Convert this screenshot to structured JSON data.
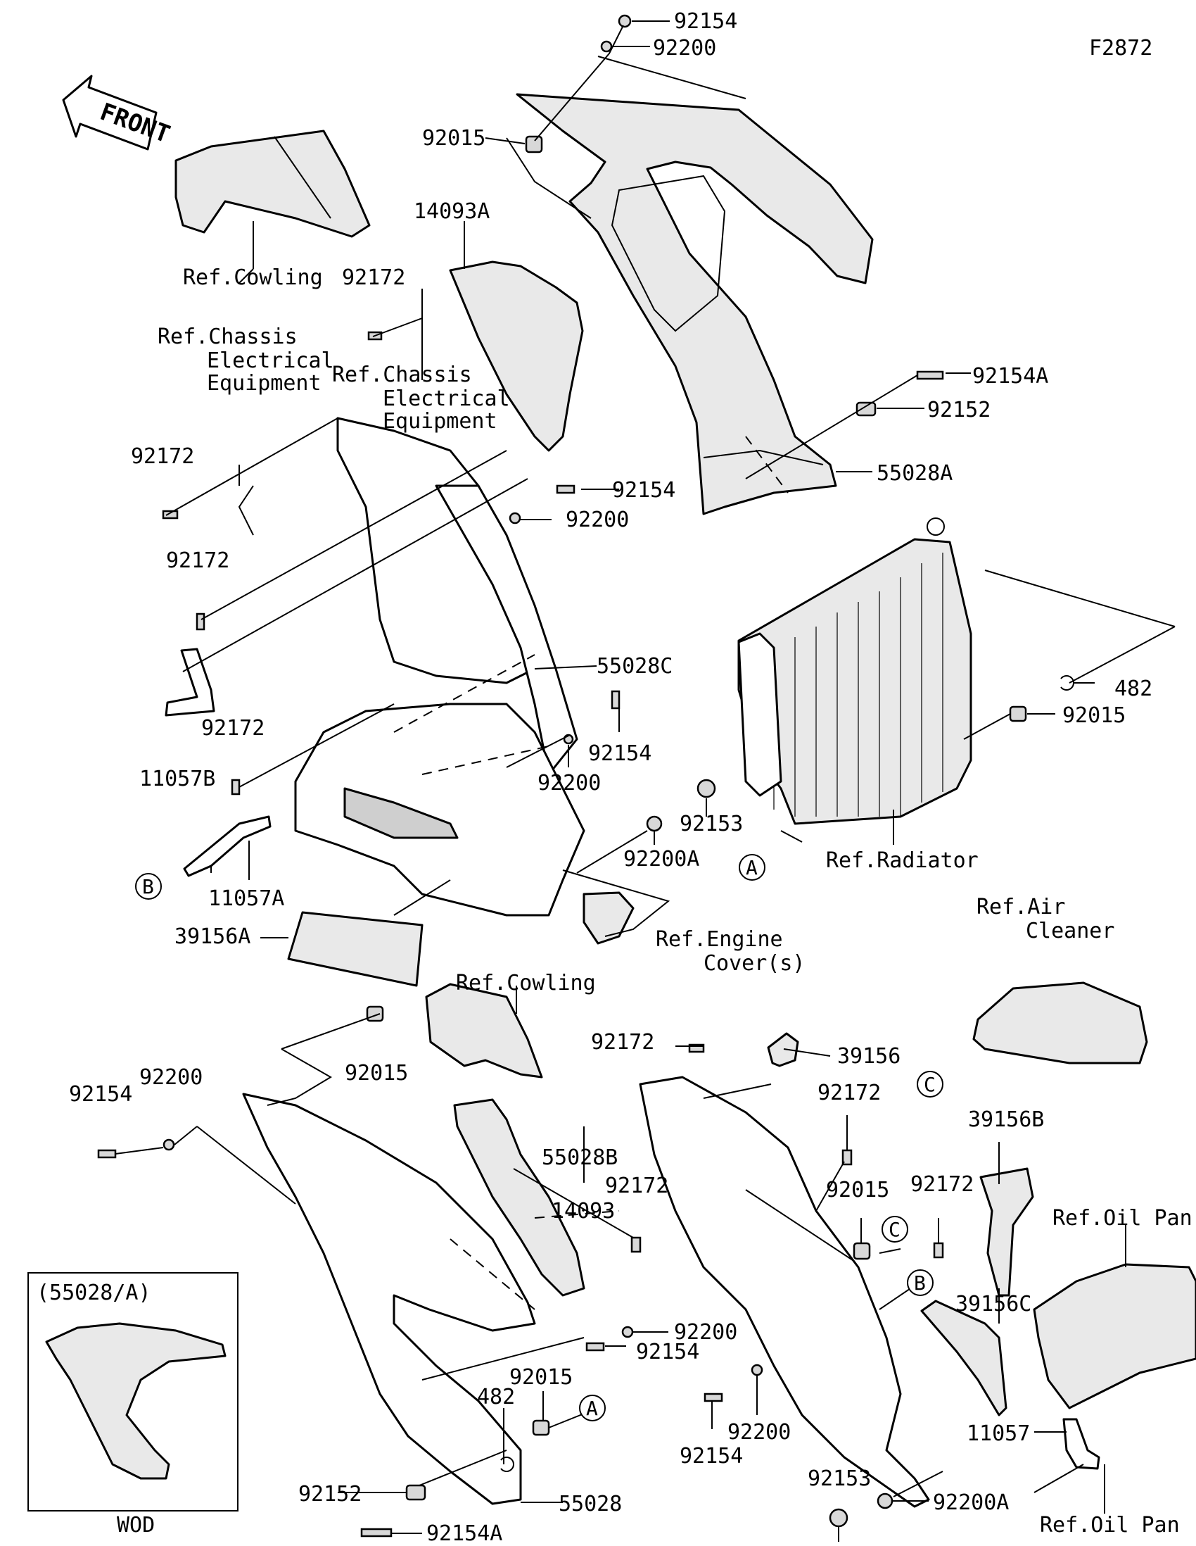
{
  "figure_code": "F2872",
  "front_label": "FRONT",
  "inset": {
    "title": "(55028/A)",
    "footer": "WOD"
  },
  "callouts": {
    "p92154_top": "92154",
    "p92200_top": "92200",
    "p92015_top": "92015",
    "ref_cowling_top": "Ref.Cowling",
    "p14093A": "14093A",
    "p92172_a": "92172",
    "ref_chassis_a": [
      "Ref.Chassis",
      "Electrical",
      "Equipment"
    ],
    "ref_chassis_b": [
      "Ref.Chassis",
      "Electrical",
      "Equipment"
    ],
    "p92154A_top": "92154A",
    "p92152_top": "92152",
    "p55028A": "55028A",
    "p92172_b": "92172",
    "p92154_mid": "92154",
    "p92200_mid": "92200",
    "p92172_c": "92172",
    "p55028C": "55028C",
    "p482_top": "482",
    "p92015_rad": "92015",
    "p92172_d": "92172",
    "p11057B": "11057B",
    "p92154_c": "92154",
    "p92200_c": "92200",
    "p92153_top": "92153",
    "p92200A_top": "92200A",
    "ref_radiator": "Ref.Radiator",
    "p11057A": "11057A",
    "ref_engine_cover": [
      "Ref.Engine",
      "Cover(s)"
    ],
    "p39156A": "39156A",
    "ref_air_cleaner": [
      "Ref.Air",
      "Cleaner"
    ],
    "ref_cowling_low": "Ref.Cowling",
    "p92015_low": "92015",
    "p92172_e": "92172",
    "p39156": "39156",
    "p92154_low": "92154",
    "p92200_low": "92200",
    "p92172_f": "92172",
    "p55028B": "55028B",
    "p39156B": "39156B",
    "p14093": "14093",
    "p92172_g": "92172",
    "p92015_c": "92015",
    "p92172_h": "92172",
    "ref_oil_pan_top": "Ref.Oil Pan",
    "p92200_d": "92200",
    "p92154_d": "92154",
    "p39156C": "39156C",
    "p92015_b": "92015",
    "p482_low": "482",
    "p92200_e": "92200",
    "p92154_e": "92154",
    "p92153_low": "92153",
    "p11057": "11057",
    "p92152_low": "92152",
    "p55028": "55028",
    "p92200A_low": "92200A",
    "p92154A_low": "92154A",
    "ref_oil_pan_low": "Ref.Oil Pan"
  },
  "markers": {
    "A": "A",
    "B": "B",
    "C": "C"
  }
}
